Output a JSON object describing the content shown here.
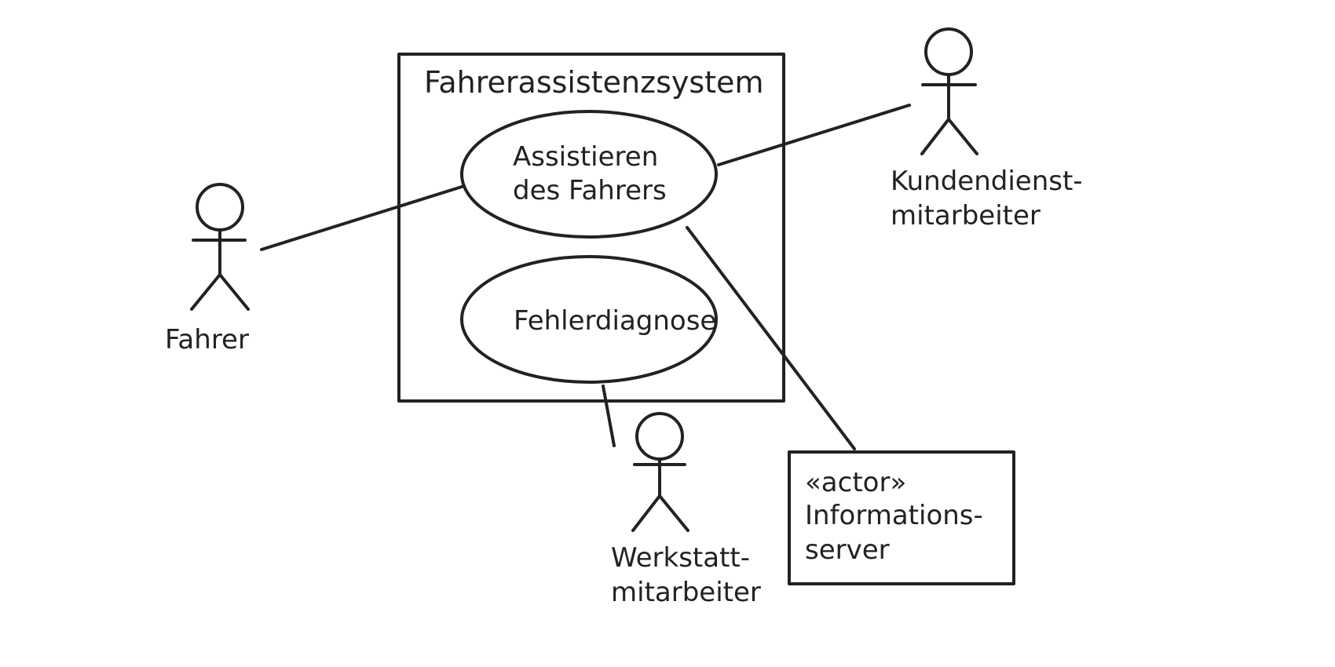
{
  "system": {
    "name": "Fahrerassistenzsystem"
  },
  "use_cases": {
    "assist": {
      "line1": "Assistieren",
      "line2": "des Fahrers"
    },
    "diagnosis": {
      "label": "Fehlerdiagnose"
    }
  },
  "actors": {
    "driver": {
      "label": "Fahrer"
    },
    "customer_service": {
      "line1": "Kundendienst-",
      "line2": "mitarbeiter"
    },
    "workshop": {
      "line1": "Werkstatt-",
      "line2": "mitarbeiter"
    },
    "info_server": {
      "stereotype": "«actor»",
      "line1": "Informations-",
      "line2": "server"
    }
  },
  "colors": {
    "stroke": "#222222",
    "background": "#ffffff"
  }
}
